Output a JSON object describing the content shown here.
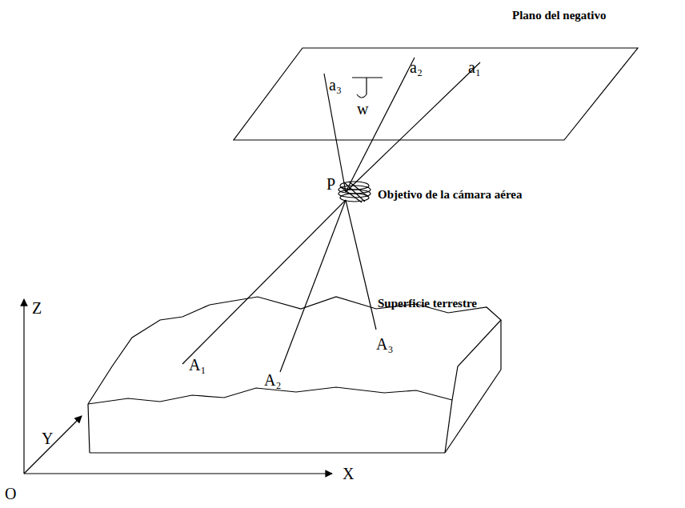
{
  "diagram": {
    "labels": [
      "Plano del negativo",
      "a₃",
      "a₂",
      "a₁",
      "w",
      "P",
      "Objetivo de la cámara aérea",
      "Superficie terrestre",
      "A₁",
      "A₂",
      "A₃",
      "Z",
      "Y",
      "X",
      "O"
    ]
  }
}
